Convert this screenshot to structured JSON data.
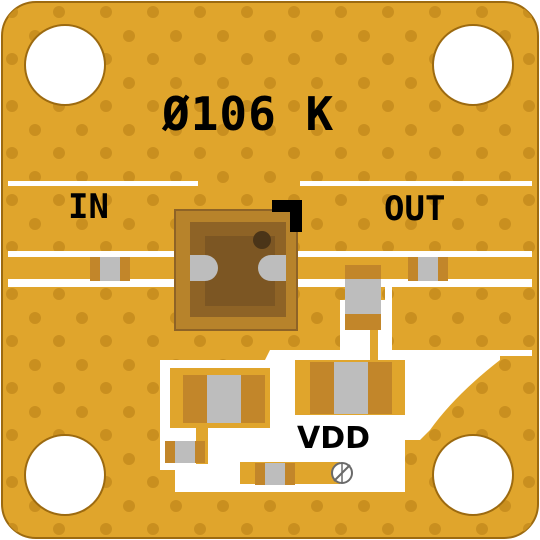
{
  "board": {
    "part_label": "Ø106 K",
    "in_label": "IN",
    "out_label": "OUT",
    "vdd_label": "VDD"
  },
  "colors": {
    "gold": "#E0A52C",
    "via": "#C98F1F",
    "copper_edge": "#9C6A10",
    "white": "#FFFFFF",
    "die": "#8E6326",
    "die_center": "#6F4F22",
    "package_outline": "#B7832B",
    "component_body": "#BDBDBD",
    "component_term": "#C2862A",
    "silkscreen": "#000000"
  }
}
